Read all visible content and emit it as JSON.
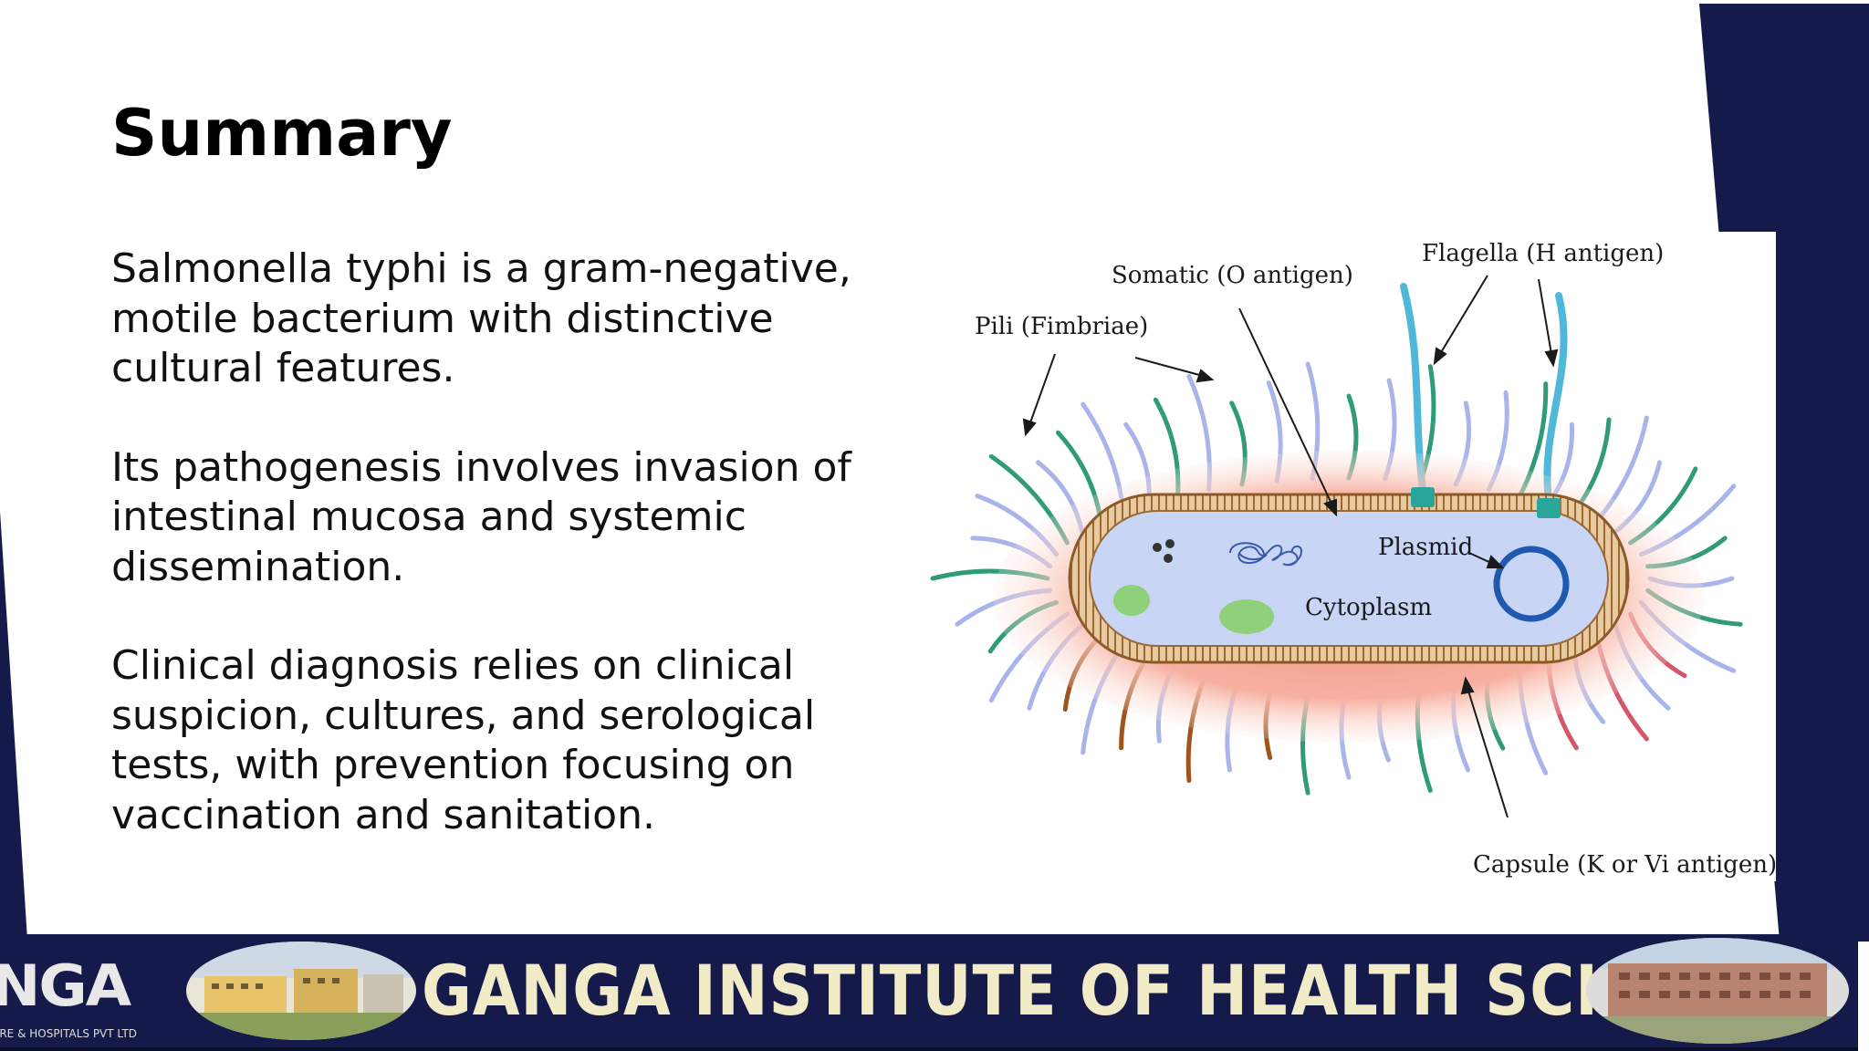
{
  "slide": {
    "title": "Summary",
    "paragraphs": [
      "Salmonella typhi is a gram-negative, motile bacterium with distinctive cultural features.",
      "Its pathogenesis involves invasion of intestinal mucosa and systemic dissemination.",
      "Clinical diagnosis relies on clinical suspicion, cultures, and serological tests, with prevention focusing on vaccination and sanitation."
    ]
  },
  "figure": {
    "labels": {
      "somatic": "Somatic (O antigen)",
      "flagella": "Flagella (H antigen)",
      "pili": "Pili (Fimbriae)",
      "plasmid": "Plasmid",
      "cytoplasm": "Cytoplasm",
      "capsule": "Capsule (K or Vi antigen)"
    }
  },
  "banner": {
    "logo_text": "NGA",
    "logo_subtext": "TRE & HOSPITALS PVT LTD",
    "title": "GANGA INSTITUTE OF HEALTH SCIENCES"
  },
  "colors": {
    "navy": "#151a4a",
    "banner_text": "#f2ebc8"
  }
}
